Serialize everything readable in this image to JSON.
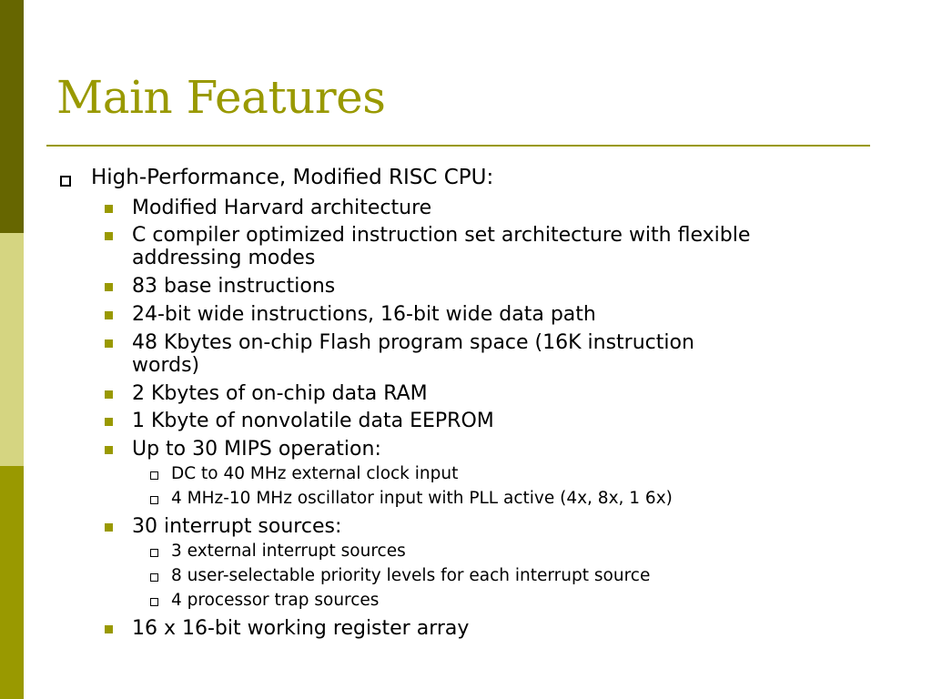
{
  "colors": {
    "band_top": "#666600",
    "band_middle": "#d5d581",
    "band_bottom": "#999900",
    "title_text": "#999900",
    "title_rule": "#999900",
    "level2_bullet": "#999900",
    "body_text": "#000000"
  },
  "slide": {
    "title": "Main Features",
    "items": [
      {
        "level": 1,
        "text": "High-Performance, Modified RISC CPU:"
      },
      {
        "level": 2,
        "text": "Modified Harvard architecture"
      },
      {
        "level": 2,
        "text": "C compiler optimized instruction set architecture with flexible",
        "continuation": "addressing modes"
      },
      {
        "level": 2,
        "text": "83 base instructions"
      },
      {
        "level": 2,
        "text": "24-bit wide instructions, 16-bit wide data path"
      },
      {
        "level": 2,
        "text": "48 Kbytes on-chip Flash program space (16K instruction",
        "continuation": "words)"
      },
      {
        "level": 2,
        "text": "2 Kbytes of on-chip data RAM"
      },
      {
        "level": 2,
        "text": "1 Kbyte of nonvolatile data EEPROM"
      },
      {
        "level": 2,
        "text": "Up to 30 MIPS operation:"
      },
      {
        "level": 3,
        "text": "DC to 40 MHz external clock input"
      },
      {
        "level": 3,
        "text": "4 MHz-10 MHz oscillator input with PLL active (4x, 8x, 1 6x)"
      },
      {
        "level": 2,
        "text": "30 interrupt sources:"
      },
      {
        "level": 3,
        "text": "3 external interrupt sources"
      },
      {
        "level": 3,
        "text": "8 user-selectable priority levels for each interrupt source"
      },
      {
        "level": 3,
        "text": "4 processor trap sources"
      },
      {
        "level": 2,
        "text": "16 x 16-bit working register array"
      }
    ]
  }
}
